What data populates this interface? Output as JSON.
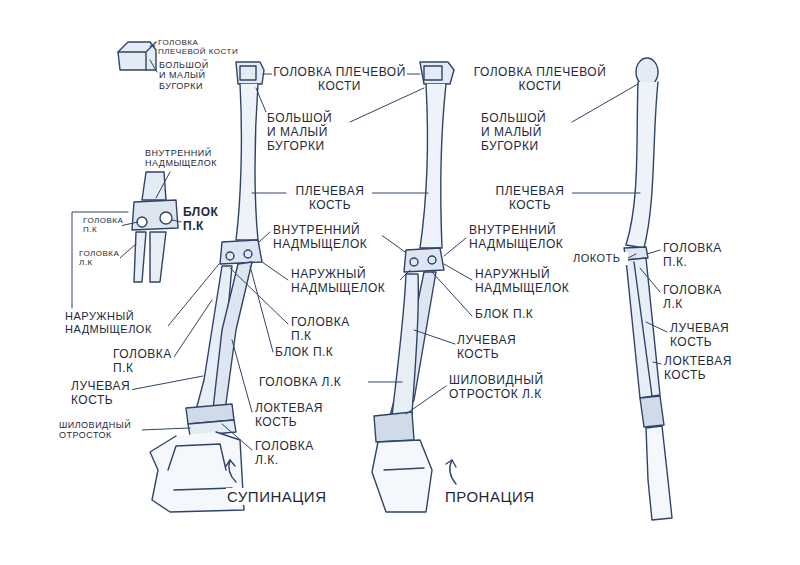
{
  "diagram": {
    "labels": [
      "ГОЛОВКА ПЛЕЧЕВОЙ КОСТИ",
      "БОЛЬШОЙ И МАЛЫЙ БУГОРКИ",
      "ВНУТРЕННИЙ НАДМЫЩЕЛОК",
      "ГОЛОВКА П.К",
      "БЛОК П.К",
      "ГОЛОВКА Л.К",
      "НАРУЖНЫЙ НАДМЫЩЕЛОК",
      "ГОЛОВКА П.К",
      "ЛУЧЕВАЯ КОСТЬ",
      "ШИЛОВИДНЫЙ ОТРОСТОК",
      "ГОЛОВКА ПЛЕЧЕВОЙ КОСТИ",
      "БОЛЬШОЙ И МАЛЫЙ БУГОРКИ",
      "ПЛЕЧЕВАЯ КОСТЬ",
      "ВНУТРЕННИЙ НАДМЫЩЕЛОК",
      "НАРУЖНЫЙ НАДМЫЩЕЛОК",
      "ГОЛОВКА П.К",
      "БЛОК П.К",
      "ГОЛОВКА Л.К",
      "ЛОКТЕВАЯ КОСТЬ",
      "ГОЛОВКА Л.К.",
      "СУПИНАЦИЯ",
      "ГОЛОВКА ПЛЕЧЕВОЙ КОСТИ",
      "БОЛЬШОЙ И МАЛЫЙ БУГОРКИ",
      "ПЛЕЧЕВАЯ КОСТЬ",
      "ВНУТРЕННИЙ НАДМЫЩЕЛОК",
      "НАРУЖНЫЙ НАДМЫЩЕЛОК",
      "БЛОК П.К",
      "ЛУЧЕВАЯ КОСТЬ",
      "ШИЛОВИДНЫЙ ОТРОСТОК Л.К",
      "ПРОНАЦИЯ",
      "ЛОКОТЬ",
      "ГОЛОВКА П.К.",
      "ГОЛОВКА Л.К",
      "ЛУЧЕВАЯ КОСТЬ",
      "ЛОКТЕВАЯ КОСТЬ"
    ]
  }
}
